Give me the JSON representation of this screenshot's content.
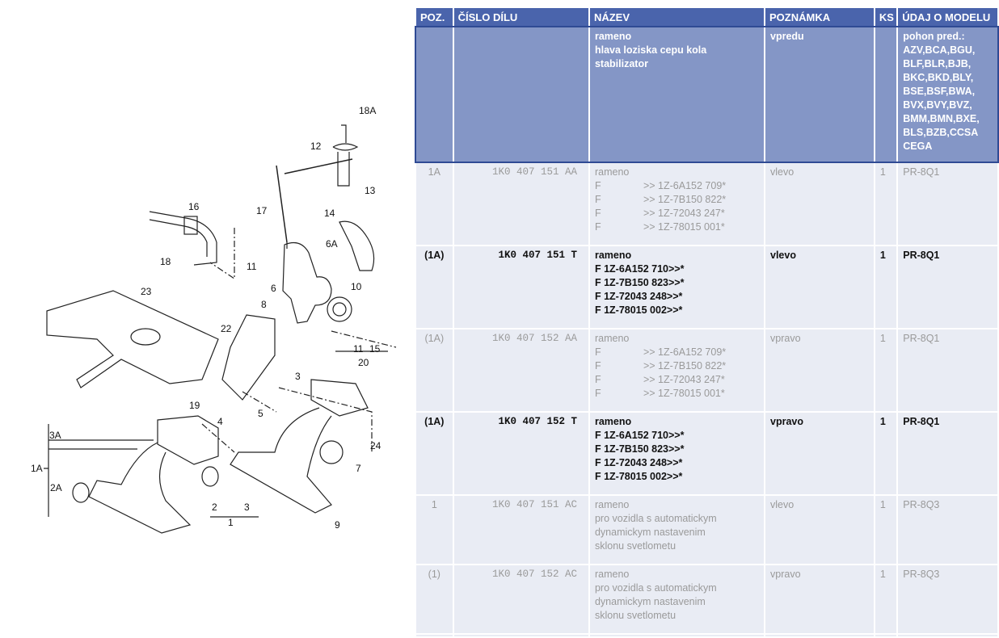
{
  "diagram": {
    "labels": [
      "18A",
      "12",
      "17",
      "16",
      "13",
      "14",
      "6A",
      "18",
      "11",
      "6",
      "10",
      "23",
      "8",
      "22",
      "11",
      "15",
      "20",
      "3",
      "19",
      "5",
      "4",
      "3A",
      "24",
      "7",
      "1A",
      "2A",
      "2",
      "3",
      "1",
      "9"
    ]
  },
  "table": {
    "headers": [
      "POZ.",
      "ČÍSLO DÍLU",
      "NÁZEV",
      "POZNÁMKA",
      "KS",
      "ÚDAJ O MODELU"
    ],
    "header_row": {
      "nazev": [
        "rameno",
        "hlava loziska cepu kola",
        "stabilizator"
      ],
      "poznamka": "vpredu",
      "model": [
        "pohon pred.:",
        "AZV,BCA,BGU,",
        "BLF,BLR,BJB,",
        "BKC,BKD,BLY,",
        "BSE,BSF,BWA,",
        "BVX,BVY,BVZ,",
        "BMM,BMN,BXE,",
        "BLS,BZB,CCSA",
        "CEGA"
      ]
    },
    "rows": [
      {
        "pos": "1A",
        "part": "1K0 407 151 AA",
        "name": "rameno",
        "lines": [
          [
            "F",
            ">> 1Z-6A152 709*"
          ],
          [
            "F",
            ">> 1Z-7B150 822*"
          ],
          [
            "F",
            ">> 1Z-72043 247*"
          ],
          [
            "F",
            ">> 1Z-78015 001*"
          ]
        ],
        "note": "vlevo",
        "ks": "1",
        "model": "PR-8Q1"
      },
      {
        "pos": "(1A)",
        "part": "1K0 407 151 T",
        "name": "rameno",
        "lines": [
          "F 1Z-6A152 710>>*",
          "F 1Z-7B150 823>>*",
          "F 1Z-72043 248>>*",
          "F 1Z-78015 002>>*"
        ],
        "note": "vlevo",
        "ks": "1",
        "model": "PR-8Q1"
      },
      {
        "pos": "(1A)",
        "part": "1K0 407 152 AA",
        "name": "rameno",
        "lines": [
          [
            "F",
            ">> 1Z-6A152 709*"
          ],
          [
            "F",
            ">> 1Z-7B150 822*"
          ],
          [
            "F",
            ">> 1Z-72043 247*"
          ],
          [
            "F",
            ">> 1Z-78015 001*"
          ]
        ],
        "note": "vpravo",
        "ks": "1",
        "model": "PR-8Q1"
      },
      {
        "pos": "(1A)",
        "part": "1K0 407 152 T",
        "name": "rameno",
        "lines": [
          "F 1Z-6A152 710>>*",
          "F 1Z-7B150 823>>*",
          "F 1Z-72043 248>>*",
          "F 1Z-78015 002>>*"
        ],
        "note": "vpravo",
        "ks": "1",
        "model": "PR-8Q1"
      },
      {
        "pos": "1",
        "part": "1K0 407 151 AC",
        "name": "rameno",
        "lines": [
          "pro vozidla s automatickym",
          "dynamickym nastavenim",
          "sklonu svetlometu"
        ],
        "note": "vlevo",
        "ks": "1",
        "model": "PR-8Q3"
      },
      {
        "pos": "(1)",
        "part": "1K0 407 152 AC",
        "name": "rameno",
        "lines": [
          "pro vozidla s automatickym",
          "dynamickym nastavenim",
          "sklonu svetlometu"
        ],
        "note": "vpravo",
        "ks": "1",
        "model": "PR-8Q3"
      }
    ]
  }
}
